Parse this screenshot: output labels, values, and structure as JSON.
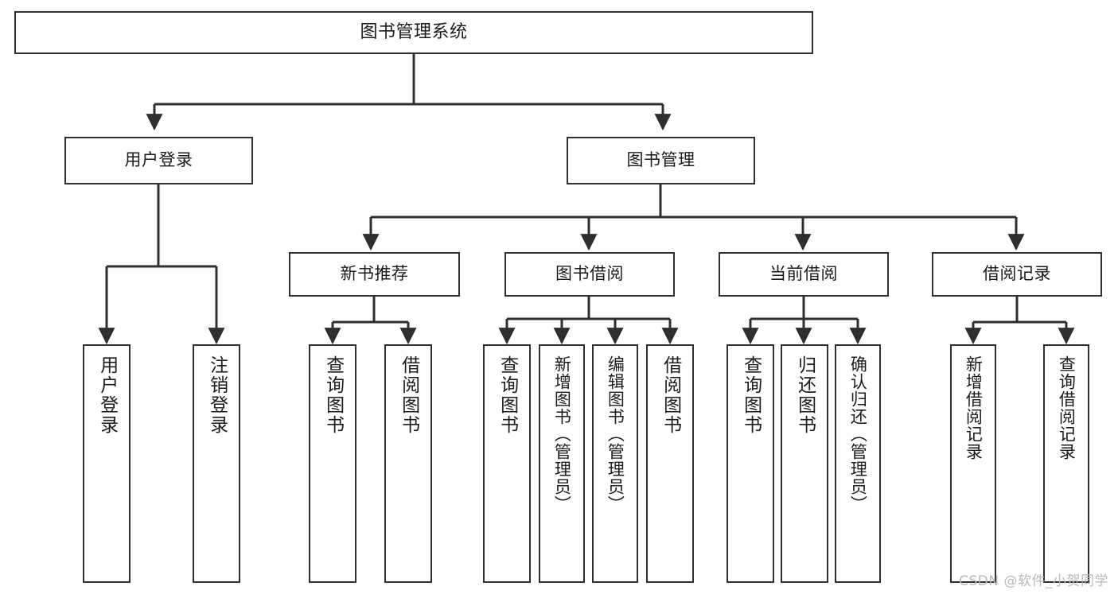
{
  "diagram": {
    "title": "图书管理系统",
    "watermark": "CSDN @软件_小贺同学",
    "type": "tree",
    "line_color": "#2f2f2f",
    "box_fill": "#ffffff",
    "text_color": "#1b1b1b",
    "root": {
      "label": "图书管理系统"
    },
    "level1": [
      {
        "label": "用户登录"
      },
      {
        "label": "图书管理"
      }
    ],
    "level2": [
      {
        "label": "新书推荐"
      },
      {
        "label": "图书借阅"
      },
      {
        "label": "当前借阅"
      },
      {
        "label": "借阅记录"
      }
    ],
    "leaves": [
      {
        "label": "用户登录",
        "parent": "用户登录"
      },
      {
        "label": "注销登录",
        "parent": "用户登录"
      },
      {
        "label": "查询图书",
        "parent": "新书推荐"
      },
      {
        "label": "借阅图书",
        "parent": "新书推荐"
      },
      {
        "label": "查询图书",
        "parent": "图书借阅"
      },
      {
        "label": "新增图书（管理员）",
        "parent": "图书借阅"
      },
      {
        "label": "编辑图书（管理员）",
        "parent": "图书借阅"
      },
      {
        "label": "借阅图书",
        "parent": "图书借阅"
      },
      {
        "label": "查询图书",
        "parent": "当前借阅"
      },
      {
        "label": "归还图书",
        "parent": "当前借阅"
      },
      {
        "label": "确认归还（管理员）",
        "parent": "当前借阅"
      },
      {
        "label": "新增借阅记录",
        "parent": "借阅记录"
      },
      {
        "label": "查询借阅记录",
        "parent": "借阅记录"
      }
    ]
  }
}
